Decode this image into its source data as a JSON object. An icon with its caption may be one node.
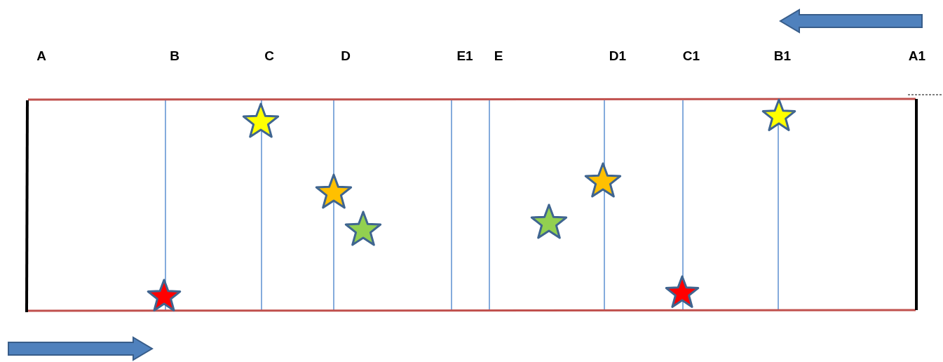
{
  "diagram": {
    "labels": [
      "A",
      "B",
      "C",
      "D",
      "E1",
      "E",
      "D1",
      "C1",
      "B1",
      "A1"
    ]
  }
}
